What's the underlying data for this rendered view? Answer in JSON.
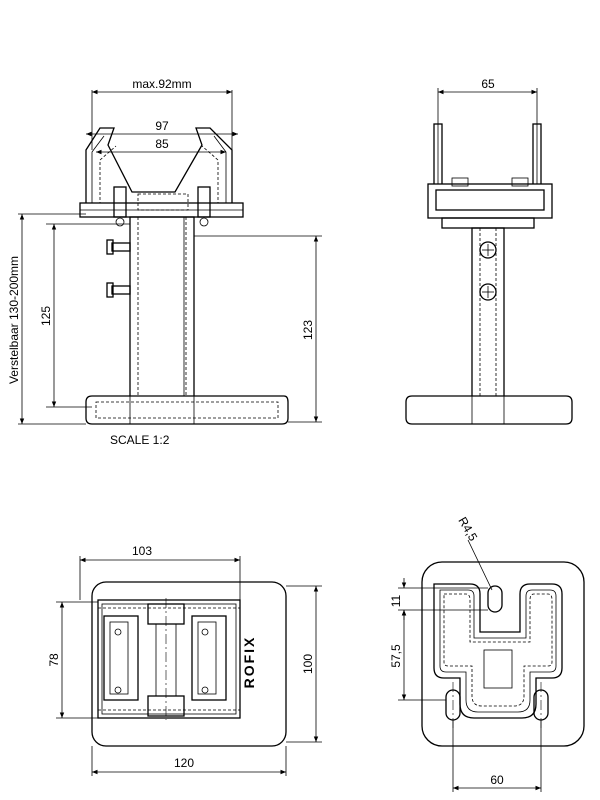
{
  "front_view": {
    "dim_width_max": "max.92mm",
    "dim_outer": "97",
    "dim_inner": "85",
    "dim_height": "125",
    "dim_adjustable": "Verstelbaar 130-200mm",
    "dim_right_height": "123",
    "scale_label": "SCALE  1:2"
  },
  "side_view": {
    "dim_width": "65"
  },
  "top_view": {
    "dim_width": "103",
    "dim_depth_left": "78",
    "dim_depth_right": "100",
    "dim_total_width": "120",
    "brand_logo": "ROFIX"
  },
  "bottom_view": {
    "dim_radius": "R4,5",
    "dim_slot": "11",
    "dim_spacing": "57,5",
    "dim_hole_distance": "60"
  }
}
